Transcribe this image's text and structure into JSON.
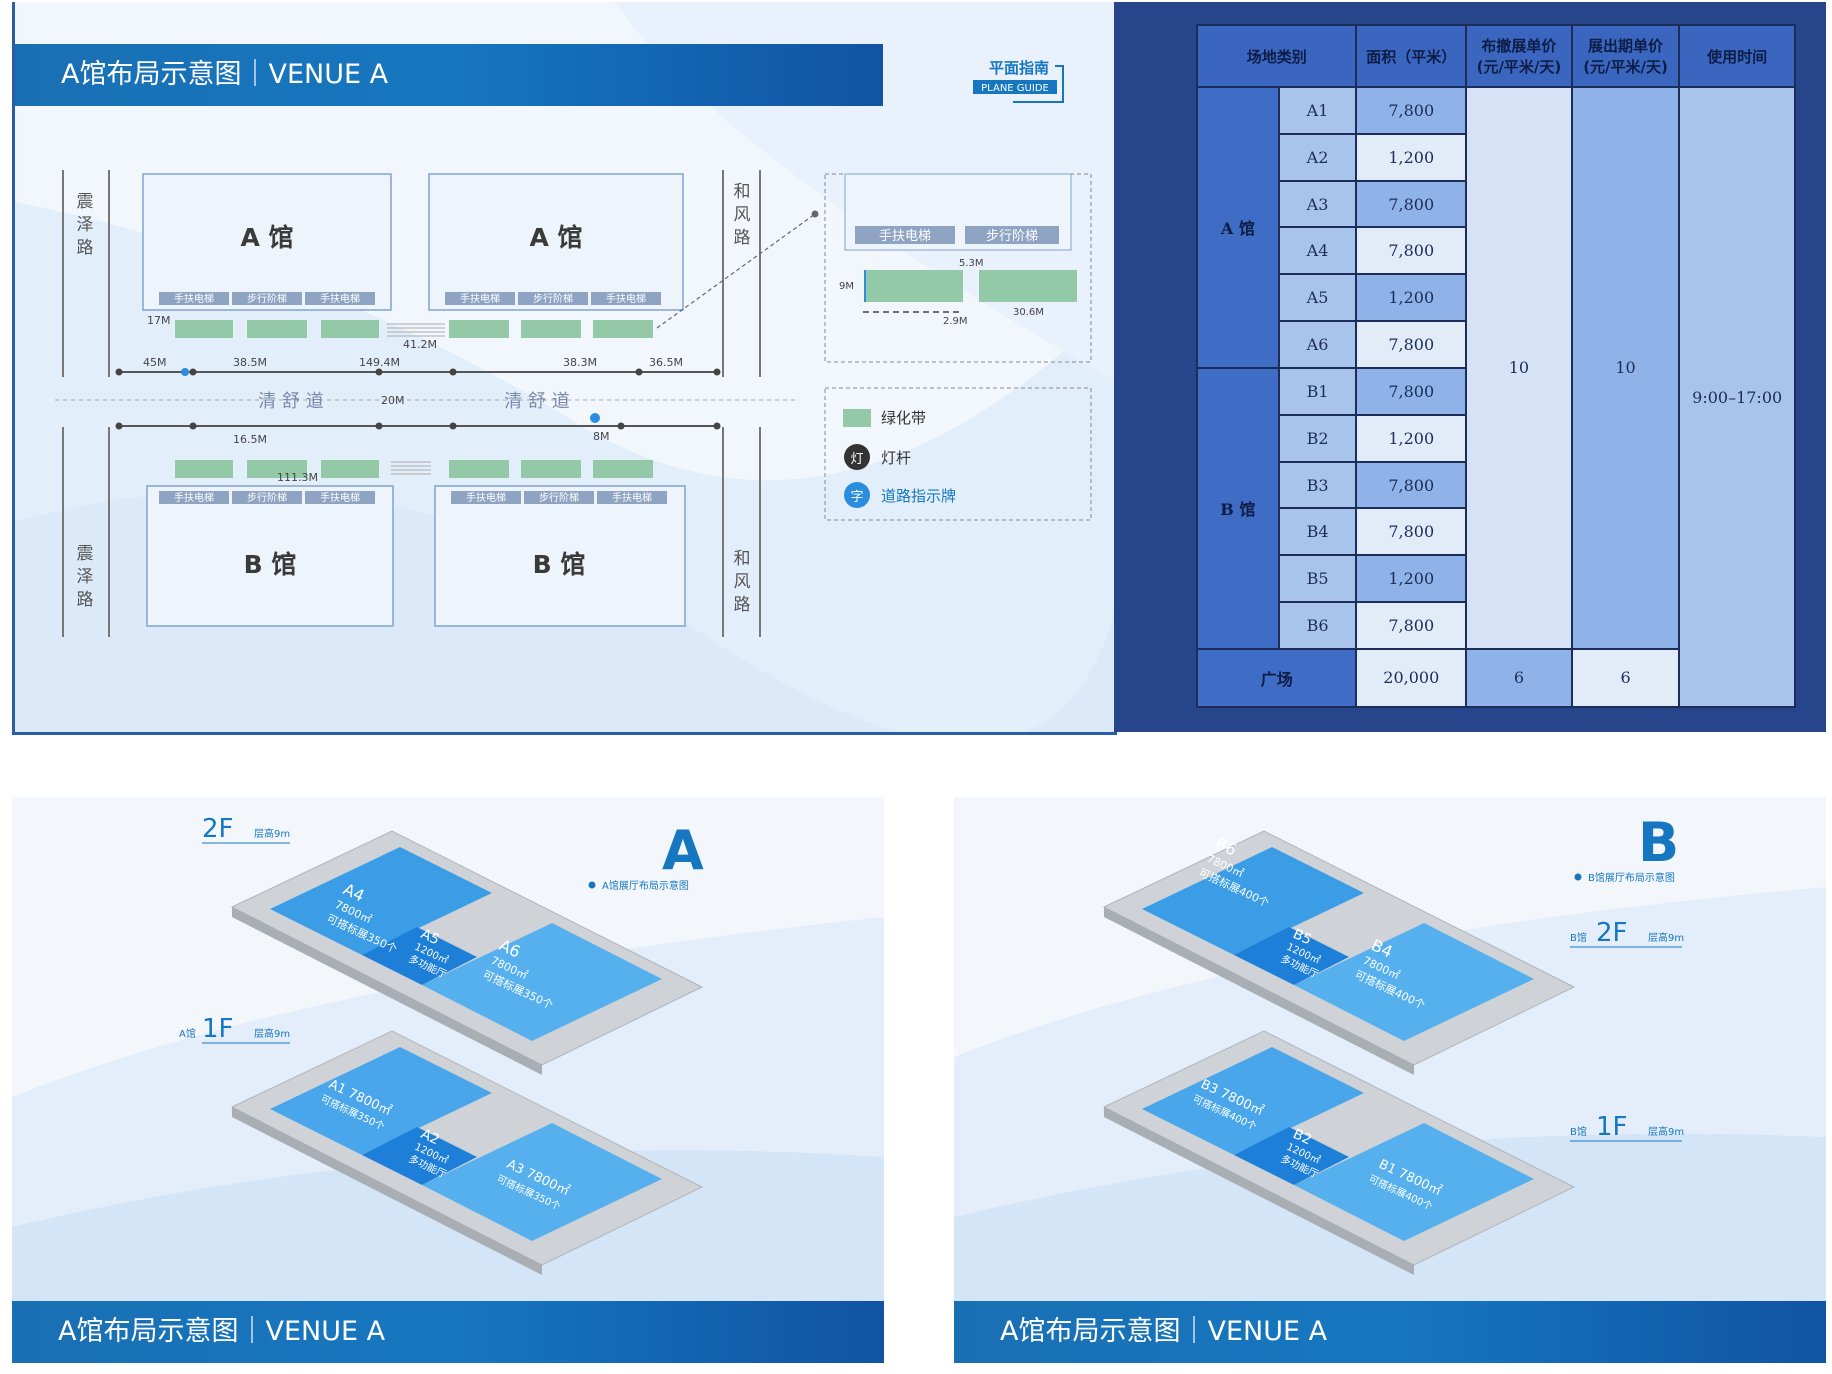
{
  "plan": {
    "title": "A馆布局示意图｜VENUE A",
    "guide_cn": "平面指南",
    "guide_en": "PLANE GUIDE",
    "roads": {
      "left_top": "震\n泽\n路",
      "left_bottom": "震\n泽\n路",
      "right_top": "和\n风\n路",
      "right_bottom": "和\n风\n路",
      "middle_left": "清 舒 道",
      "middle_right": "清 舒 道"
    },
    "halls": {
      "a_left": "A 馆",
      "a_right": "A 馆",
      "b_left": "B 馆",
      "b_right": "B 馆"
    },
    "facilities": {
      "escalator": "手扶电梯",
      "stairs": "步行阶梯"
    },
    "dims": {
      "d17": "17M",
      "d45": "45M",
      "d385": "38.5M",
      "d1494": "149.4M",
      "d412": "41.2M",
      "d383": "38.3M",
      "d365": "36.5M",
      "d20": "20M",
      "d165": "16.5M",
      "d8": "8M",
      "d1113": "111.3M",
      "d53": "5.3M",
      "d9": "9M",
      "d29": "2.9M",
      "d306": "30.6M"
    },
    "legend": {
      "green": "绿化带",
      "lamp": "灯杆",
      "sign": "道路指示牌",
      "lamp_icon": "灯",
      "sign_icon": "字"
    }
  },
  "table": {
    "headers": [
      "场地类别",
      "面积（平米）",
      "布撤展单价\n(元/平米/天)",
      "展出期单价\n(元/平米/天)",
      "使用时间"
    ],
    "group_a": "A 馆",
    "group_b": "B 馆",
    "rows": [
      {
        "id": "A1",
        "area": "7,800"
      },
      {
        "id": "A2",
        "area": "1,200"
      },
      {
        "id": "A3",
        "area": "7,800"
      },
      {
        "id": "A4",
        "area": "7,800"
      },
      {
        "id": "A5",
        "area": "1,200"
      },
      {
        "id": "A6",
        "area": "7,800"
      },
      {
        "id": "B1",
        "area": "7,800"
      },
      {
        "id": "B2",
        "area": "1,200"
      },
      {
        "id": "B3",
        "area": "7,800"
      },
      {
        "id": "B4",
        "area": "7,800"
      },
      {
        "id": "B5",
        "area": "1,200"
      },
      {
        "id": "B6",
        "area": "7,800"
      }
    ],
    "setup_price": "10",
    "exhibit_price": "10",
    "usage_time": "9:00–17:00",
    "plaza": {
      "label": "广场",
      "area": "20,000",
      "setup": "6",
      "exhibit": "6"
    }
  },
  "iso_a": {
    "title": "A馆布局示意图｜VENUE A",
    "letter": "A",
    "caption": "A馆展厅布局示意图",
    "floor2": "2F",
    "floor1": "1F",
    "floor_prefix": "A馆",
    "height": "层高9m",
    "rooms": {
      "a4": [
        "A4",
        "7800㎡",
        "可搭标展350个"
      ],
      "a5": [
        "A5",
        "1200㎡",
        "多功能厅"
      ],
      "a6": [
        "A6",
        "7800㎡",
        "可搭标展350个"
      ],
      "a1": [
        "A1 7800㎡",
        "可搭标展350个"
      ],
      "a2": [
        "A2",
        "1200㎡",
        "多功能厅"
      ],
      "a3": [
        "A3 7800㎡",
        "可搭标展350个"
      ]
    }
  },
  "iso_b": {
    "title": "A馆布局示意图｜VENUE A",
    "letter": "B",
    "caption": "B馆展厅布局示意图",
    "floor2": "2F",
    "floor1": "1F",
    "floor_prefix": "B馆",
    "height": "层高9m",
    "rooms": {
      "b6": [
        "B6",
        "7800㎡",
        "可搭标展400个"
      ],
      "b5": [
        "B5",
        "1200㎡",
        "多功能厅"
      ],
      "b4": [
        "B4",
        "7800㎡",
        "可搭标展400个"
      ],
      "b3": [
        "B3 7800㎡",
        "可搭标展400个"
      ],
      "b2": [
        "B2",
        "1200㎡",
        "多功能厅"
      ],
      "b1": [
        "B1 7800㎡",
        "可搭标展400个"
      ]
    }
  },
  "colors": {
    "brand_blue": "#1677c0",
    "navy": "#27458a",
    "green": "#93c9a6",
    "hall_blue": "#2b8de0"
  }
}
